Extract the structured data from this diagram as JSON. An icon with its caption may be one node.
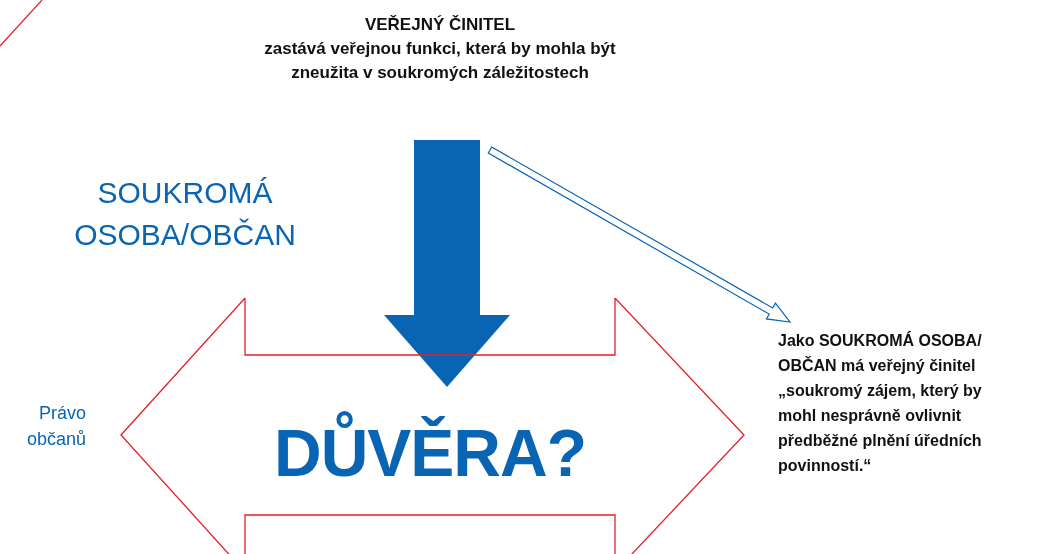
{
  "diagram": {
    "nodes": [
      {
        "text": [
          "VEŘEJNÝ ČINITEL",
          "zastává veřejnou funkci, která by mohla být zneužita v soukromých záležitostech"
        ]
      },
      {
        "text": [
          "DŮVĚRA?"
        ]
      },
      {
        "text": [
          "Jako SOUKROMÁ OSOBA/ OBČAN má veřejný činitel „soukromý zájem, který by mohl nesprávně ovlivnit předběžné plnění úředních povinností.“"
        ]
      }
    ],
    "edges": [
      {
        "from": 0,
        "to": 1,
        "arrow": "to",
        "style": "thick",
        "color": "#0a64b4"
      },
      {
        "from": 0,
        "to": 2,
        "arrow": "to"
      }
    ],
    "labels": [
      "SOUKROMÁ OSOBA/OBČAN",
      "Právo občanů"
    ]
  }
}
